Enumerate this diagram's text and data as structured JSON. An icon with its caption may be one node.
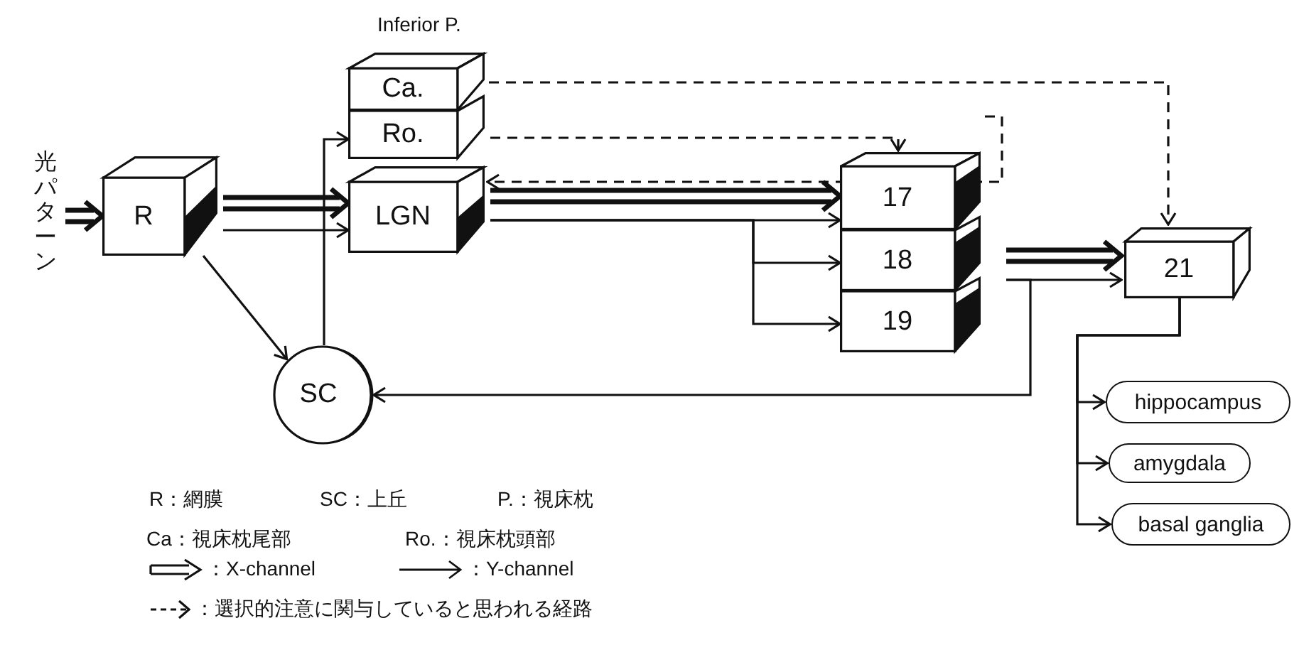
{
  "diagram": {
    "nodes": [
      {
        "text": [
          "光パターン"
        ]
      },
      {
        "text": [
          "R"
        ]
      },
      {
        "text": [
          "Inferior P."
        ]
      },
      {
        "text": [
          "Ca."
        ],
        "in": 2
      },
      {
        "text": [
          "Ro."
        ],
        "in": 2
      },
      {
        "text": [
          "LGN"
        ]
      },
      {
        "text": [
          "17"
        ]
      },
      {
        "text": [
          "18"
        ]
      },
      {
        "text": [
          "19"
        ]
      },
      {
        "text": [
          "21"
        ]
      },
      {
        "text": [
          "SC"
        ]
      },
      {
        "text": [
          "hippocampus"
        ]
      },
      {
        "text": [
          "amygdala"
        ]
      },
      {
        "text": [
          "basal ganglia"
        ]
      }
    ],
    "edges": [
      {
        "from": 0,
        "to": 1,
        "arrow": "to",
        "style": "thick"
      },
      {
        "from": 1,
        "to": 5,
        "arrow": "to",
        "style": "thick"
      },
      {
        "from": 1,
        "to": 5,
        "arrow": "to"
      },
      {
        "from": 1,
        "to": 10,
        "arrow": "to"
      },
      {
        "from": 10,
        "to": 4,
        "arrow": "to"
      },
      {
        "from": 5,
        "to": 6,
        "arrow": "to",
        "style": "thick"
      },
      {
        "from": 5,
        "to": 6,
        "arrow": "to"
      },
      {
        "from": 5,
        "to": 7,
        "arrow": "to"
      },
      {
        "from": 5,
        "to": 8,
        "arrow": "to"
      },
      {
        "from": 7,
        "to": 9,
        "arrow": "to",
        "style": "thick"
      },
      {
        "from": 7,
        "to": 9,
        "arrow": "to"
      },
      {
        "from": 7,
        "to": 10,
        "arrow": "to"
      },
      {
        "from": 3,
        "to": 9,
        "arrow": "to",
        "style": "dashed"
      },
      {
        "from": 6,
        "to": 4,
        "arrow": "to",
        "style": "dashed"
      },
      {
        "from": 4,
        "to": 6,
        "arrow": "to",
        "style": "dashed"
      },
      {
        "from": 9,
        "to": 11,
        "arrow": "to"
      },
      {
        "from": 9,
        "to": 12,
        "arrow": "to"
      },
      {
        "from": 9,
        "to": 13,
        "arrow": "to"
      }
    ],
    "labels": [
      "R：網膜",
      "SC：上丘",
      "P.：視床枕",
      "Ca：視床枕尾部",
      "Ro.：視床枕頭部"
    ],
    "legend": [
      {
        "text": "：X-channel"
      },
      {
        "text": "：Y-channel"
      },
      {
        "text": "：選択的注意に関与していると思われる経路"
      }
    ]
  }
}
